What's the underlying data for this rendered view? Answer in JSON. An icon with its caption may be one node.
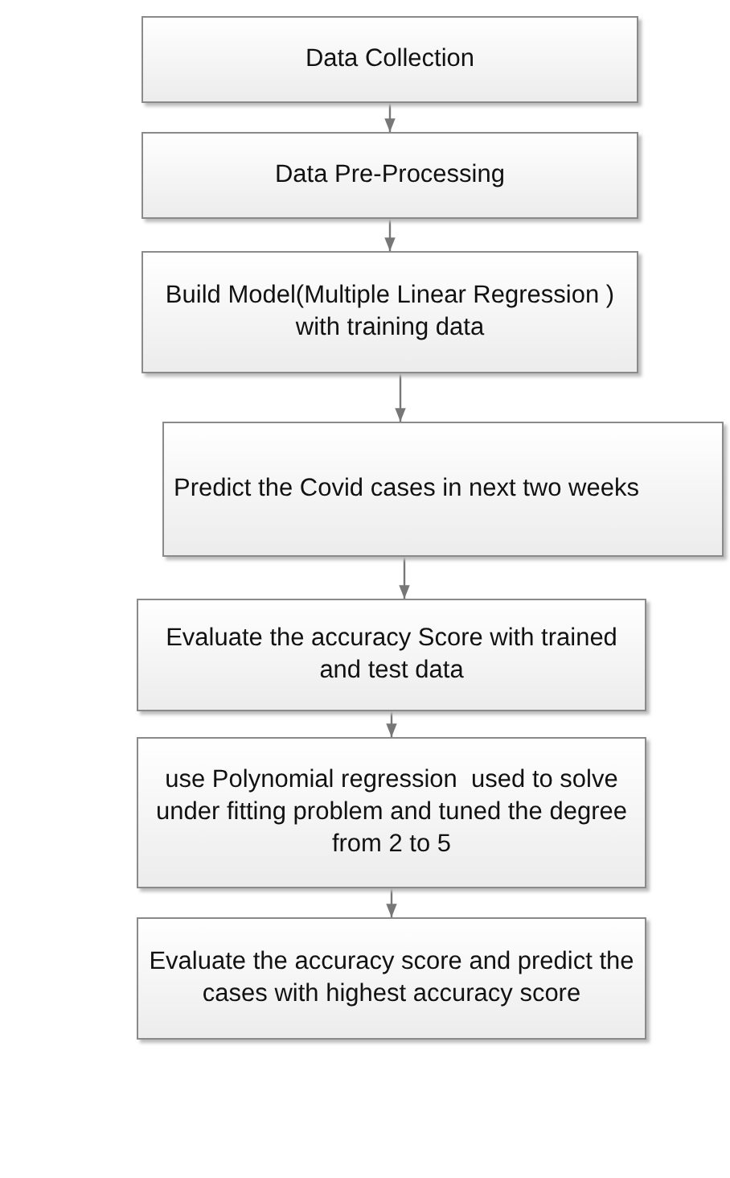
{
  "diagram": {
    "nodes": [
      {
        "text": [
          "Data Collection"
        ]
      },
      {
        "text": [
          "Data Pre-Processing"
        ]
      },
      {
        "text": [
          "Build Model(Multiple Linear Regression ) with training data"
        ]
      },
      {
        "text": [
          "Predict the Covid cases in next two weeks"
        ]
      },
      {
        "text": [
          "Evaluate the accuracy Score with trained and test data"
        ]
      },
      {
        "text": [
          "use Polynomial regression  used to solve under fitting problem and tuned the degree from 2 to 5"
        ]
      },
      {
        "text": [
          "Evaluate the accuracy score and predict the cases with highest accuracy score"
        ]
      }
    ],
    "edges": [
      {
        "from": 0,
        "to": 1,
        "arrow": "to"
      },
      {
        "from": 1,
        "to": 2,
        "arrow": "to"
      },
      {
        "from": 2,
        "to": 3,
        "arrow": "to"
      },
      {
        "from": 3,
        "to": 4,
        "arrow": "to"
      },
      {
        "from": 4,
        "to": 5,
        "arrow": "to"
      },
      {
        "from": 5,
        "to": 6,
        "arrow": "to"
      }
    ]
  }
}
